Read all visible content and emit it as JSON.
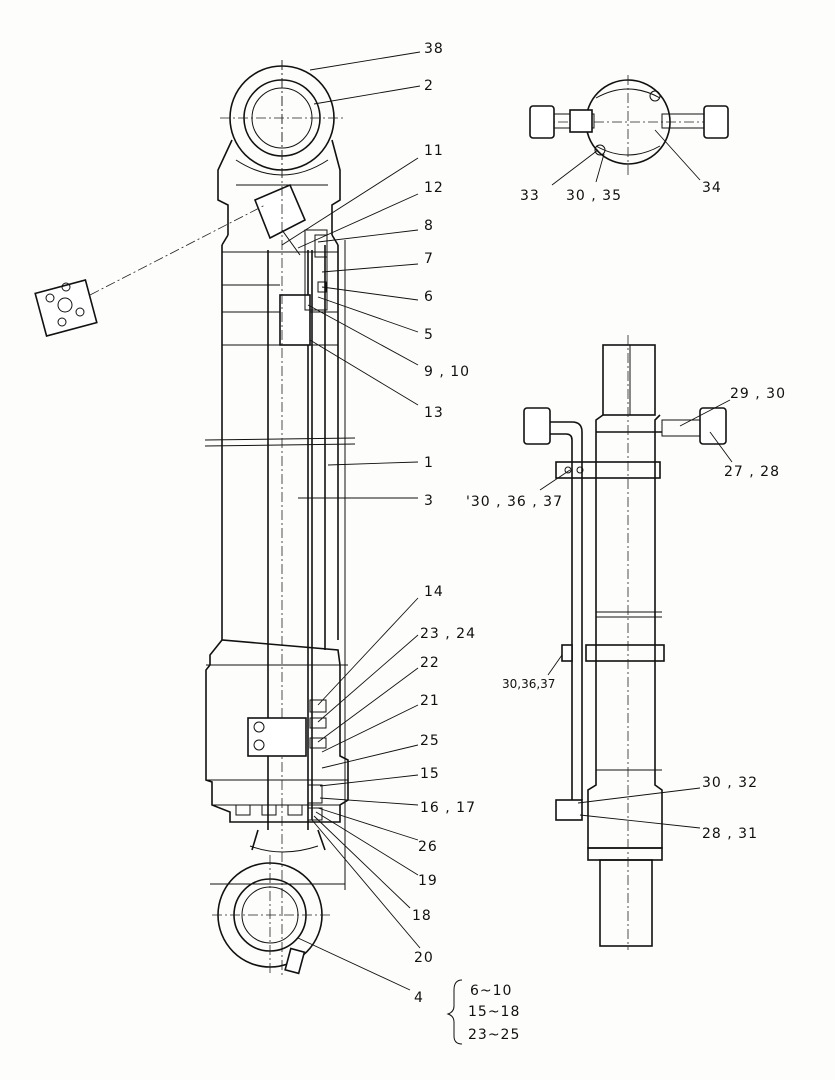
{
  "labels": {
    "l38": "38",
    "l2": "2",
    "l11": "11",
    "l12": "12",
    "l8": "8",
    "l7": "7",
    "l6": "6",
    "l5": "5",
    "l9_10": "9 , 10",
    "l13": "13",
    "l1": "1",
    "l3": "3",
    "l14": "14",
    "l23_24": "23 , 24",
    "l22": "22",
    "l21": "21",
    "l25": "25",
    "l15": "15",
    "l16_17": "16 , 17",
    "l26": "26",
    "l19": "19",
    "l18": "18",
    "l20": "20",
    "l4": "4",
    "l33": "33",
    "l30_35": "30 , 35",
    "l34": "34",
    "l29_30": "29 , 30",
    "l27_28": "27 , 28",
    "l30_36_37a": "'30 , 36 , 37",
    "l30_36_37b": "30,36,37",
    "l30_32": "30 , 32",
    "l28_31": "28 , 31"
  },
  "kit": {
    "line1": "6~10",
    "line2": "15~18",
    "line3": "23~25"
  }
}
